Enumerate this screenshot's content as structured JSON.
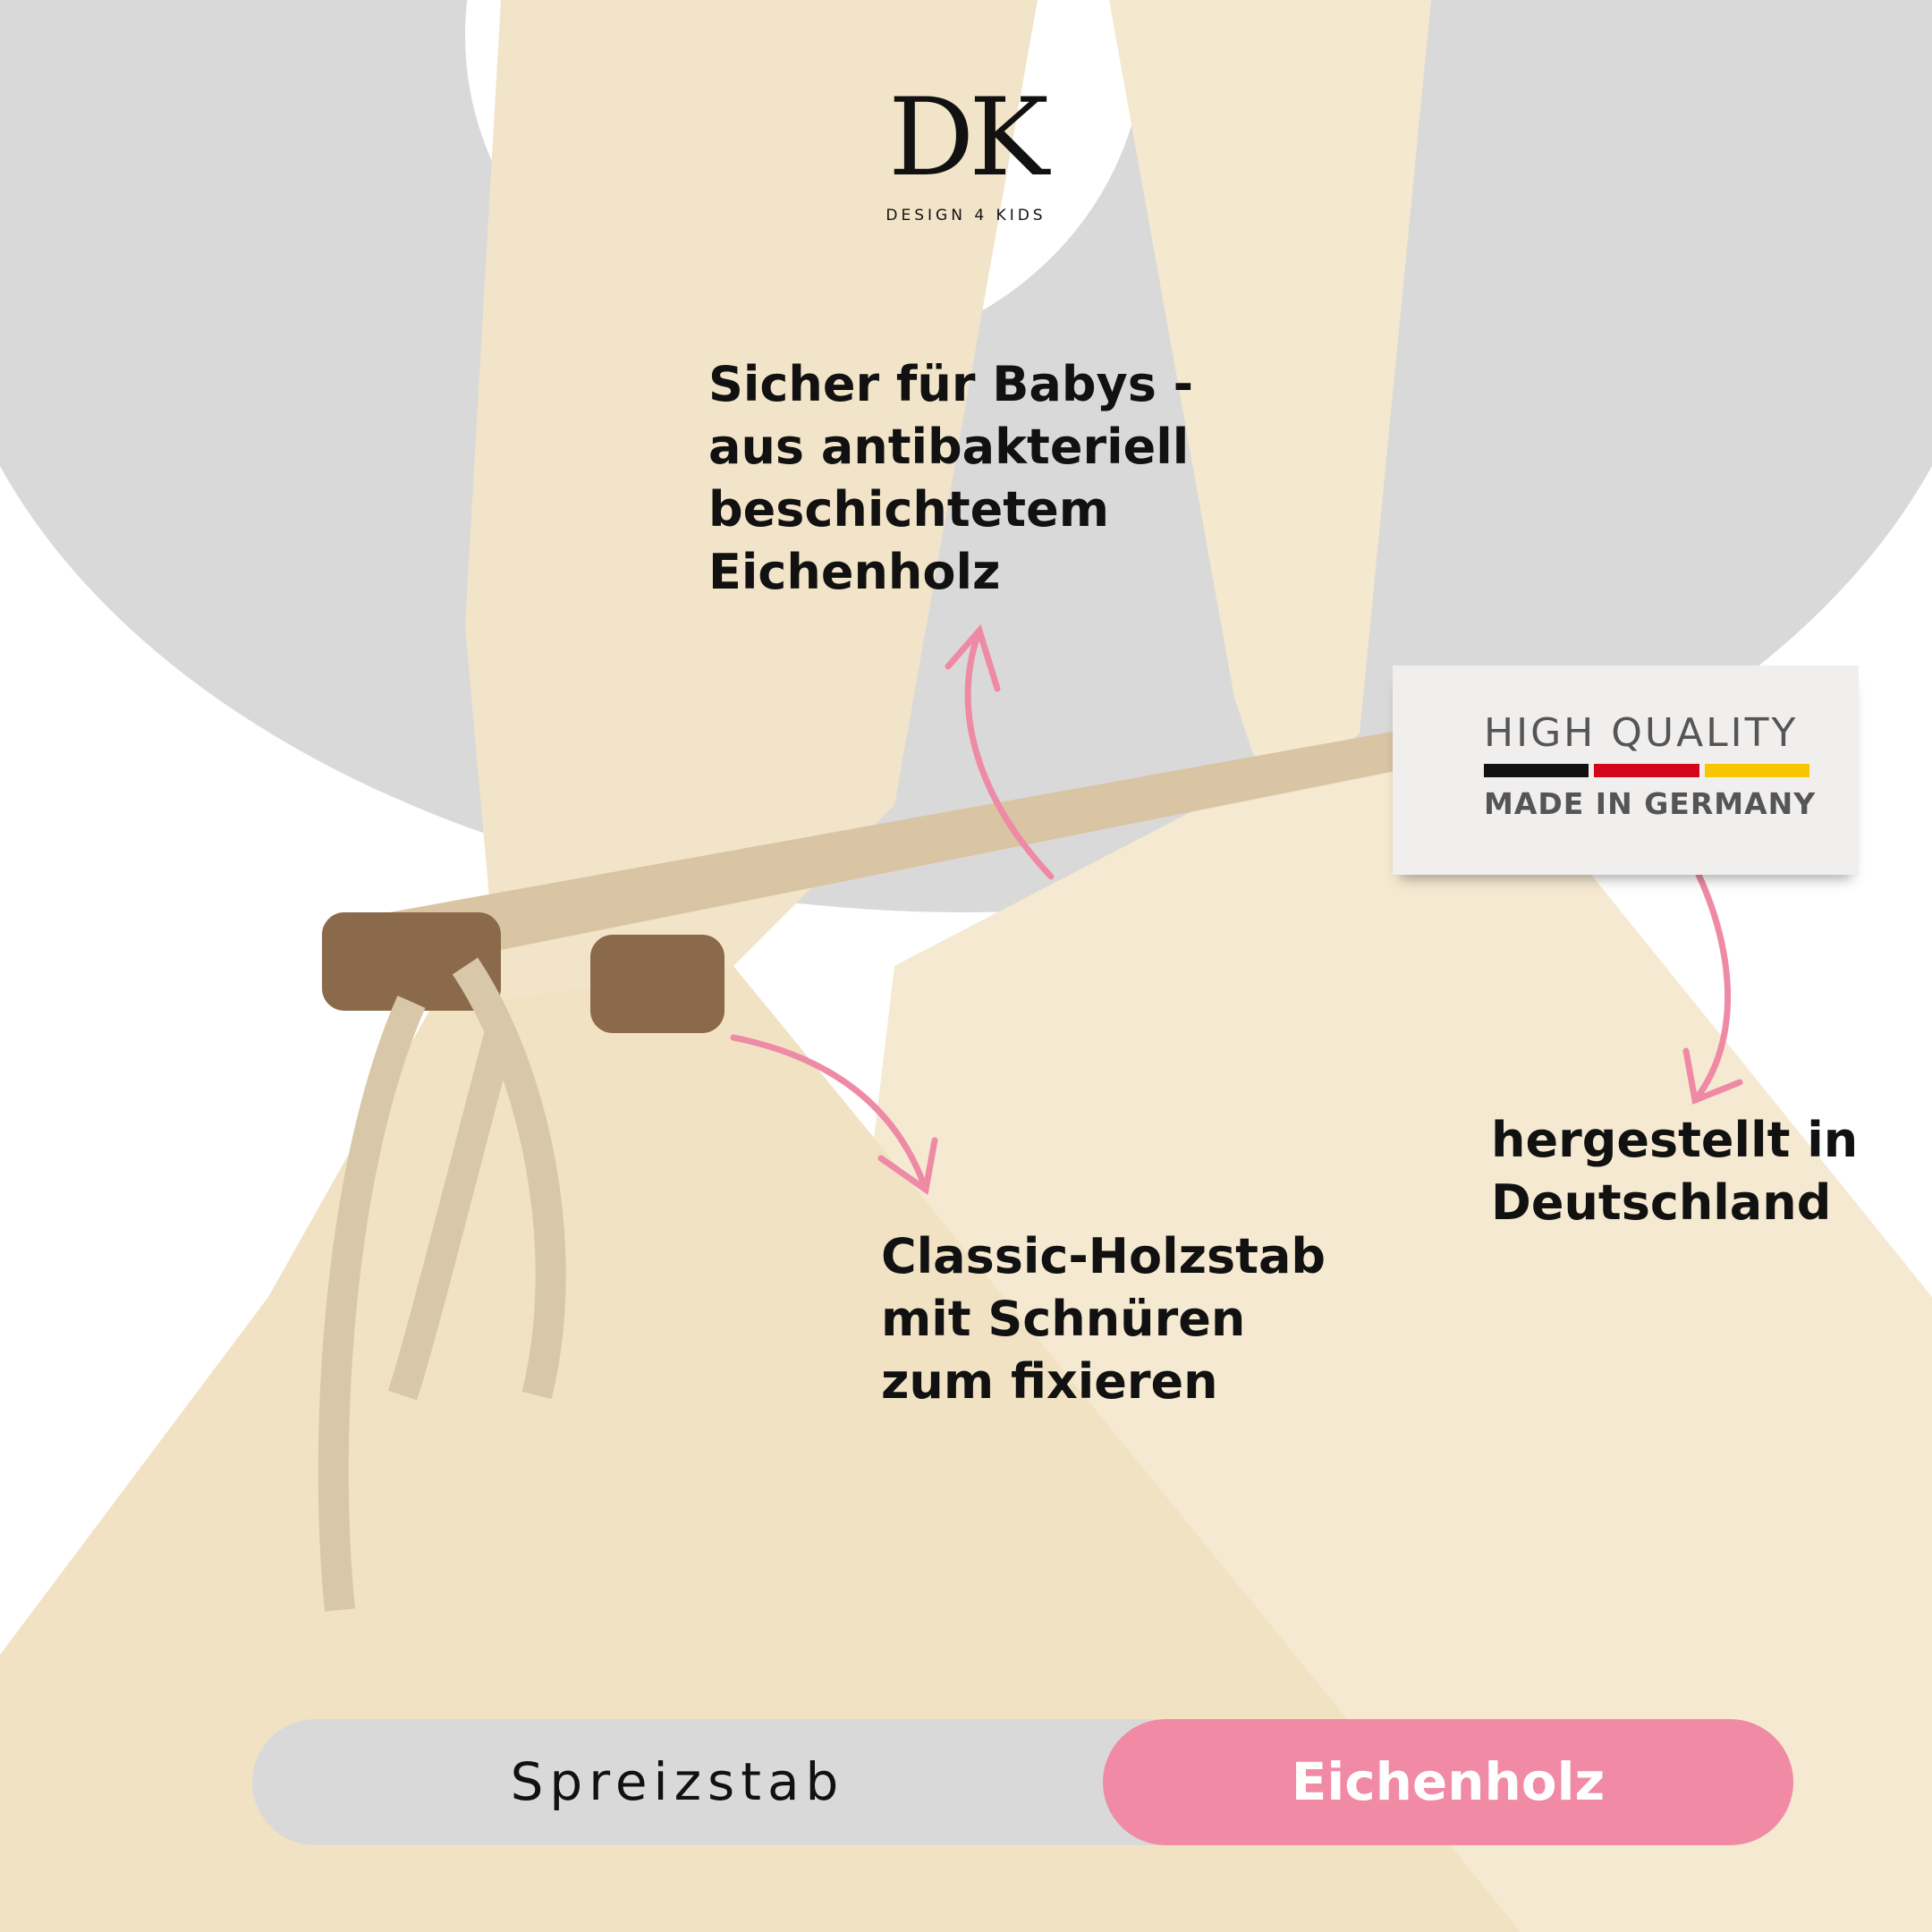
{
  "brand": {
    "logo_letters": "DK",
    "logo_tagline": "DESIGN 4 KIDS"
  },
  "callouts": {
    "safety": "Sicher für Babys -\naus antibakteriell\nbeschichtetem\nEichenholz",
    "rod": "Classic-Holzstab\nmit Schnüren\nzum fixieren",
    "made": "hergestellt in\nDeutschland"
  },
  "badge": {
    "title": "HIGH QUALITY",
    "subtitle": "MADE IN GERMANY",
    "flag_colors": [
      "#111111",
      "#d3051b",
      "#f7c600"
    ]
  },
  "footer": {
    "label": "Spreizstab",
    "highlight": "Eichenholz"
  },
  "colors": {
    "accent": "#f08aa5",
    "grey": "#d9d9d9",
    "fabric": "#f3e6cc"
  }
}
